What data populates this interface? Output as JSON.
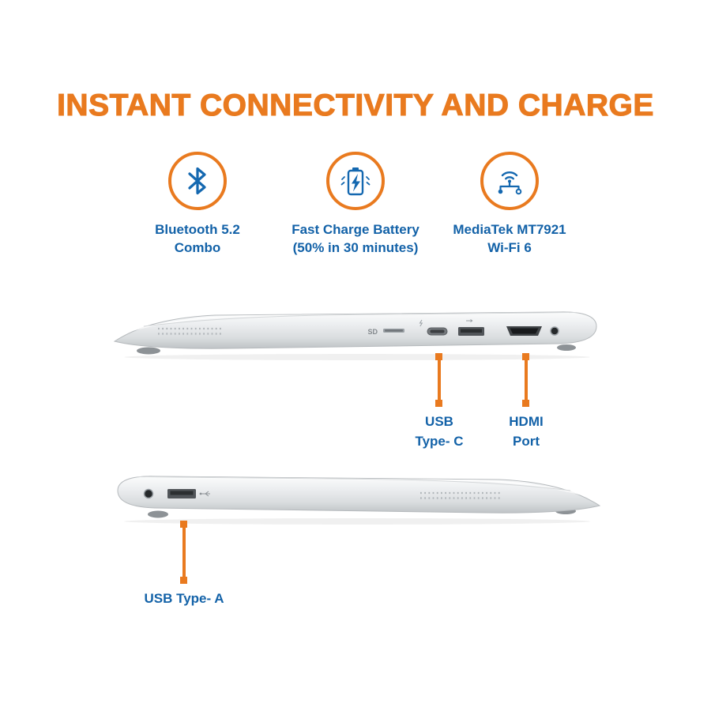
{
  "colors": {
    "accent_orange": "#E97A1F",
    "text_blue": "#1362A8",
    "laptop_silver_light": "#F7F8F9",
    "laptop_silver_dark": "#C6C9CC"
  },
  "title": "INSTANT CONNECTIVITY AND CHARGE",
  "features": [
    {
      "icon": "bluetooth-icon",
      "line1": "Bluetooth 5.2",
      "line2": "Combo"
    },
    {
      "icon": "fast-charge-battery-icon",
      "line1": "Fast Charge Battery",
      "line2": "(50% in 30 minutes)"
    },
    {
      "icon": "wifi-antenna-icon",
      "line1": "MediaTek MT7921",
      "line2": "Wi-Fi 6"
    }
  ],
  "laptop_top": {
    "view": "right-side-ports",
    "sd_label": "SD",
    "callouts": [
      {
        "target": "usb-c-port",
        "line1": "USB",
        "line2": "Type- C"
      },
      {
        "target": "hdmi-port",
        "line1": "HDMI",
        "line2": "Port"
      }
    ]
  },
  "laptop_bottom": {
    "view": "left-side-ports",
    "callouts": [
      {
        "target": "usb-a-port",
        "label": "USB Type- A"
      }
    ]
  }
}
